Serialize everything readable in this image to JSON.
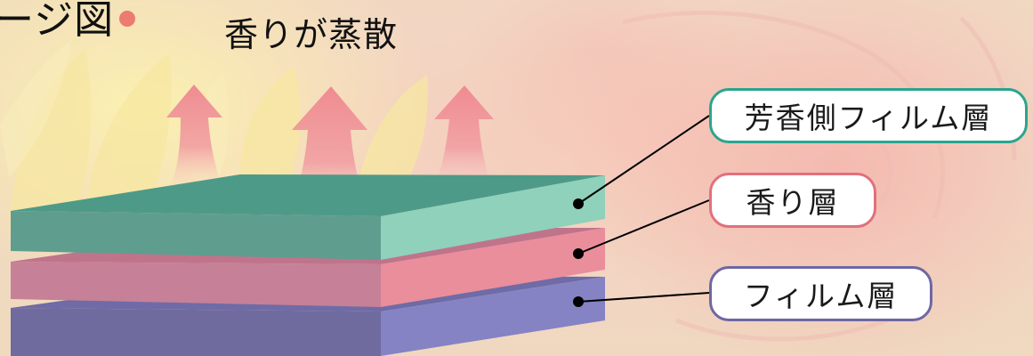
{
  "header": {
    "title_fragment": "ージ図",
    "dot_color": "#ec7b72"
  },
  "caption": "香りが蒸散",
  "layers": [
    {
      "label": "芳香側フィルム層",
      "color": "#72c6ac",
      "border": "#2aa58e"
    },
    {
      "label": "香り層",
      "color": "#e8919e",
      "border": "#e0707e"
    },
    {
      "label": "フィルム層",
      "color": "#7c7ebc",
      "border": "#6d67a4"
    }
  ],
  "arrow_color": "#ef8b91"
}
